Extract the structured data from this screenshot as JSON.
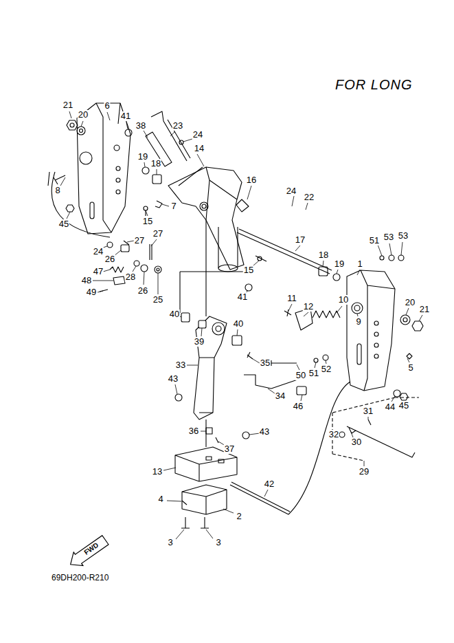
{
  "diagram": {
    "title": "FOR LONG",
    "caption": "69DH200-R210",
    "nodes": [
      {
        "text": [
          "FWD"
        ]
      }
    ],
    "labels": [
      "21",
      "20",
      "6",
      "41",
      "38",
      "23",
      "24",
      "14",
      "19",
      "18",
      "8",
      "16",
      "24",
      "22",
      "7",
      "15",
      "45",
      "17",
      "51",
      "53",
      "53",
      "27",
      "27",
      "24",
      "26",
      "1",
      "18",
      "47",
      "28",
      "15",
      "19",
      "48",
      "49",
      "26",
      "25",
      "41",
      "11",
      "10",
      "12",
      "9",
      "20",
      "21",
      "40",
      "40",
      "39",
      "35",
      "33",
      "50",
      "51",
      "52",
      "5",
      "43",
      "34",
      "46",
      "44",
      "45",
      "31",
      "32",
      "30",
      "36",
      "43",
      "37",
      "29",
      "13",
      "42",
      "4",
      "2",
      "3",
      "3"
    ]
  }
}
